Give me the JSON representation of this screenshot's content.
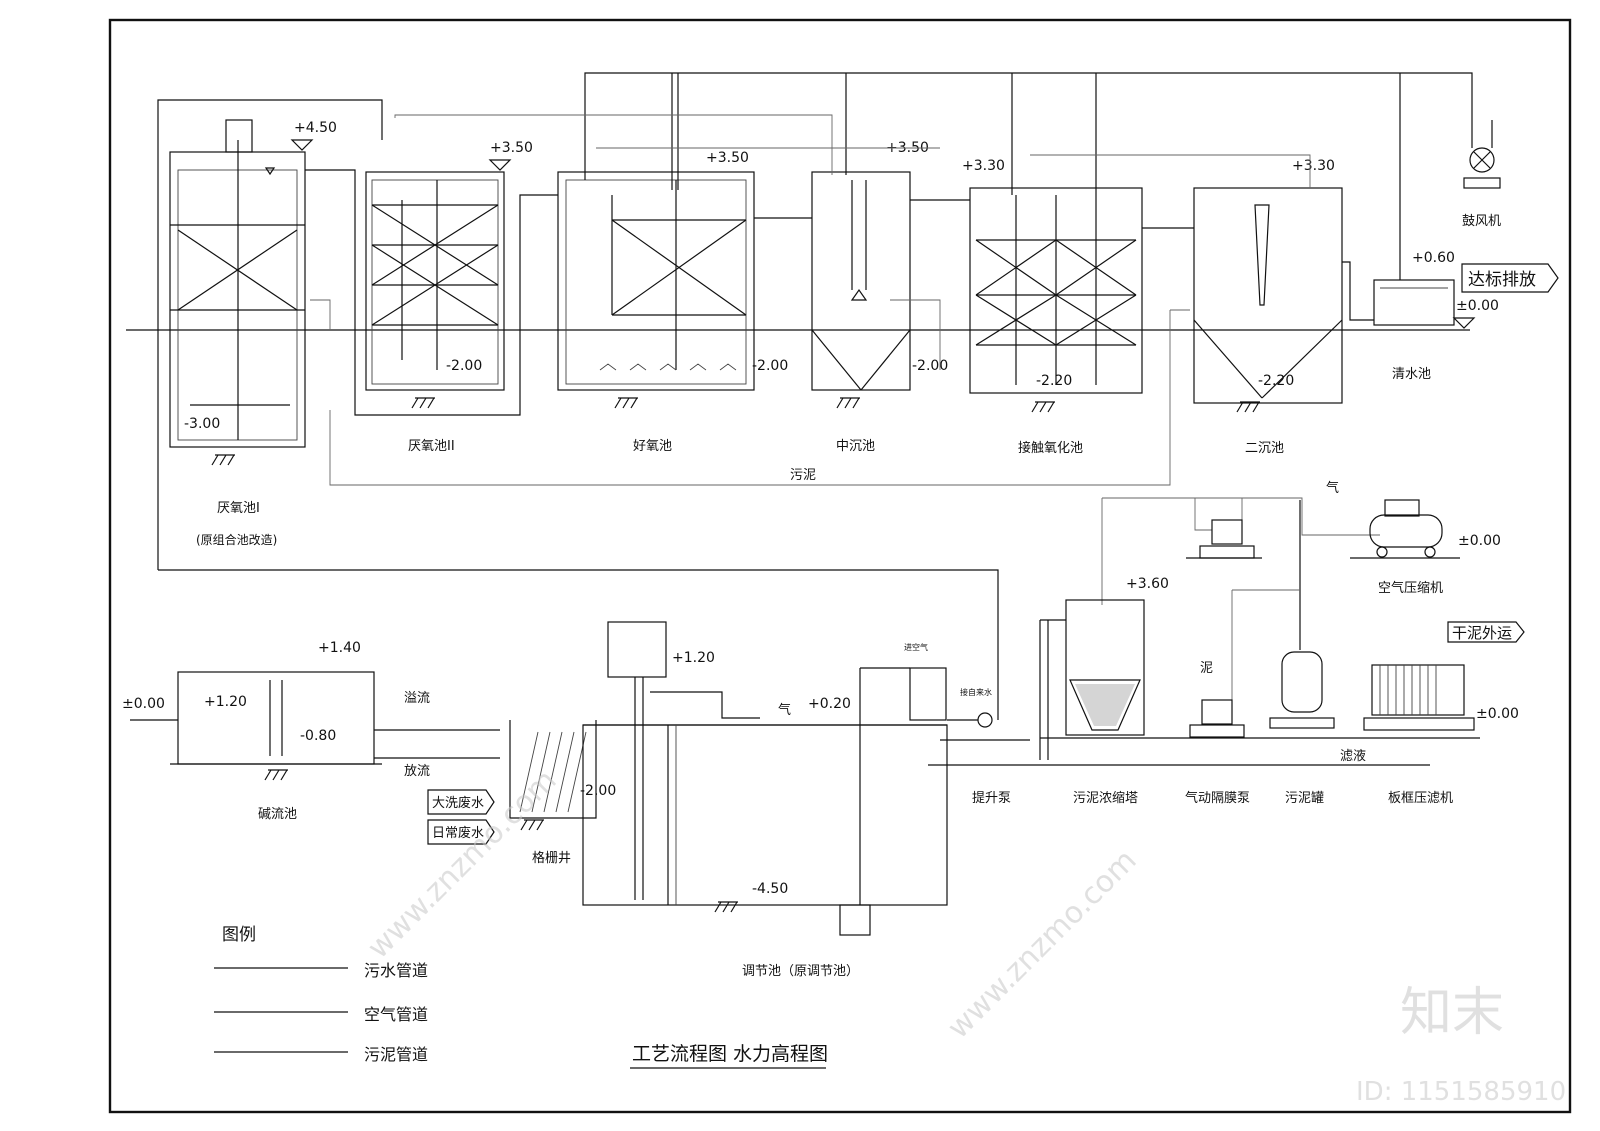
{
  "title": "工艺流程图 水力高程图",
  "units": [
    {
      "name": "厌氧池I",
      "note": "(原组合池改造)",
      "elevation_top": "+4.50",
      "elevation_bottom": "-3.00"
    },
    {
      "name": "厌氧池II",
      "elevation_top": "+3.50",
      "elevation_bottom": "-2.00"
    },
    {
      "name": "好氧池",
      "elevation_top": "+3.50",
      "elevation_bottom": "-2.00"
    },
    {
      "name": "中沉池",
      "elevation_top": "+3.50",
      "elevation_bottom": "-2.00"
    },
    {
      "name": "接触氧化池",
      "elevation_top": "+3.30",
      "elevation_bottom": "-2.20"
    },
    {
      "name": "二沉池",
      "elevation_top": "+3.30",
      "elevation_bottom": "-2.20"
    },
    {
      "name": "清水池",
      "elevation_top": "+0.60",
      "elevation_bottom": "±0.00"
    },
    {
      "name": "鼓风机"
    },
    {
      "name": "空气压缩机",
      "elevation": "±0.00"
    },
    {
      "name": "碱流池",
      "elevation_top": "+1.40",
      "elevation_water": "+1.20",
      "elevation_ground": "±0.00",
      "elevation_bottom": "-0.80"
    },
    {
      "name": "格栅井",
      "elevation_bottom": "-2.00"
    },
    {
      "name": "调节池（原调节池）",
      "elevation_top": "+1.20",
      "elevation_water": "+0.20",
      "elevation_bottom": "-4.50"
    },
    {
      "name": "提升泵"
    },
    {
      "name": "污泥浓缩塔",
      "elevation_top": "+3.60"
    },
    {
      "name": "气动隔膜泵"
    },
    {
      "name": "污泥罐"
    },
    {
      "name": "板框压滤机",
      "elevation": "±0.00"
    }
  ],
  "labels": {
    "discharge": "达标排放",
    "dry_sludge": "干泥外运",
    "sludge": "污泥",
    "overflow": "溢流",
    "drain": "放流",
    "gas": "气",
    "filtrate": "滤液",
    "mud": "泥",
    "inlet_big": "大洗废水",
    "inlet_daily": "日常废水",
    "air_in": "进空气",
    "tap_water": "接自来水"
  },
  "legend": {
    "title": "图例",
    "items": [
      "污水管道",
      "空气管道",
      "污泥管道"
    ]
  },
  "watermark": {
    "text": "www.znzmo.com",
    "brand": "知末",
    "id": "ID: 1151585910"
  }
}
